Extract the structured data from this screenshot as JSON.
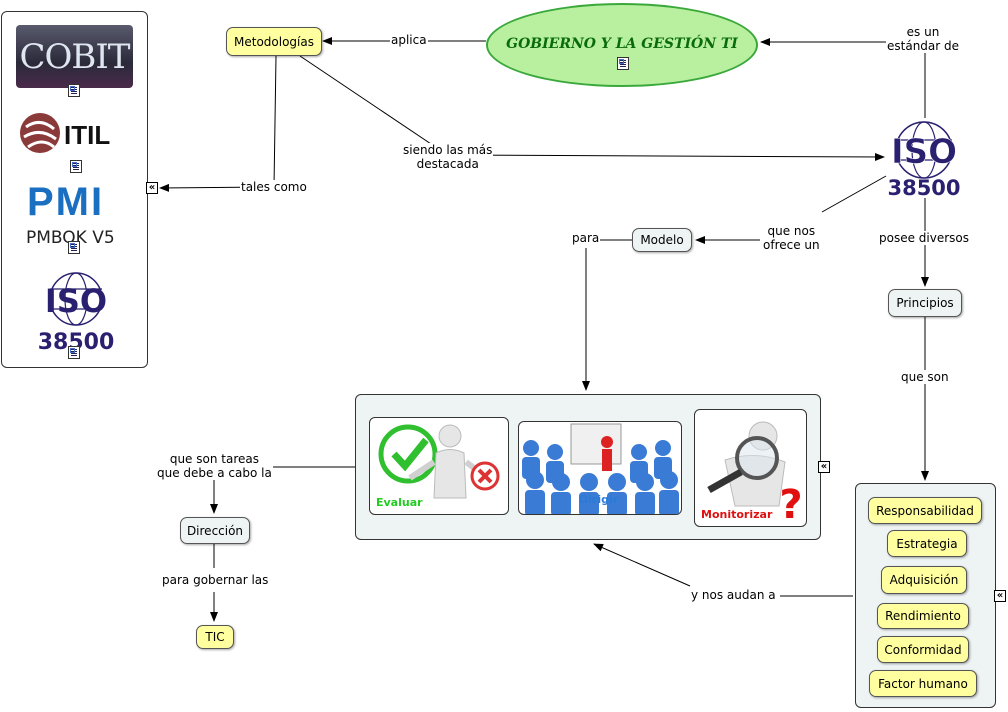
{
  "root": {
    "title": "GOBIERNO Y LA GESTIÓN TI"
  },
  "nodes": {
    "metodologias": "Metodologías",
    "modelo": "Modelo",
    "principios": "Principios",
    "direccion": "Dirección",
    "tic": "TIC"
  },
  "principles": [
    "Responsabilidad",
    "Estrategia",
    "Adquisición",
    "Rendimiento",
    "Conformidad",
    "Factor humano"
  ],
  "linking_phrases": {
    "aplica": "aplica",
    "es_un_estandar": "es un\nestándar de",
    "siendo_destacada": "siendo las más\ndestacada",
    "tales_como": "tales como",
    "que_nos_ofrece": "que nos\nofrece un",
    "para": "para",
    "posee_diversos": "posee diversos",
    "que_son": "que son",
    "que_son_tareas": "que son tareas\nque debe a cabo la",
    "para_gobernar": "para gobernar las",
    "y_nos_audan": "y nos audan a"
  },
  "methodology_logos": {
    "cobit": "COBIT",
    "itil": "ITIL",
    "pmi": "PMI",
    "pmbok": "PMBOK V5",
    "iso": "ISO",
    "iso_number": "38500"
  },
  "iso_node": {
    "label": "ISO",
    "number": "38500"
  },
  "tasks": {
    "evaluar": "Evaluar",
    "dirigir": "Dirigir",
    "monitorizar": "Monitorizar"
  },
  "colors": {
    "concept_yellow": "#ffffa0",
    "concept_blue": "#eef3f3",
    "root_fill": "#b8f0a0",
    "root_border": "#3aa83a",
    "root_text": "#0a6b0a",
    "iso_navy": "#2a2070",
    "evaluar_green": "#22cc22",
    "dirigir_blue": "#2b7bd6",
    "monitorizar_red": "#e01010"
  },
  "icons": [
    "note-icon",
    "collapse-icon"
  ]
}
